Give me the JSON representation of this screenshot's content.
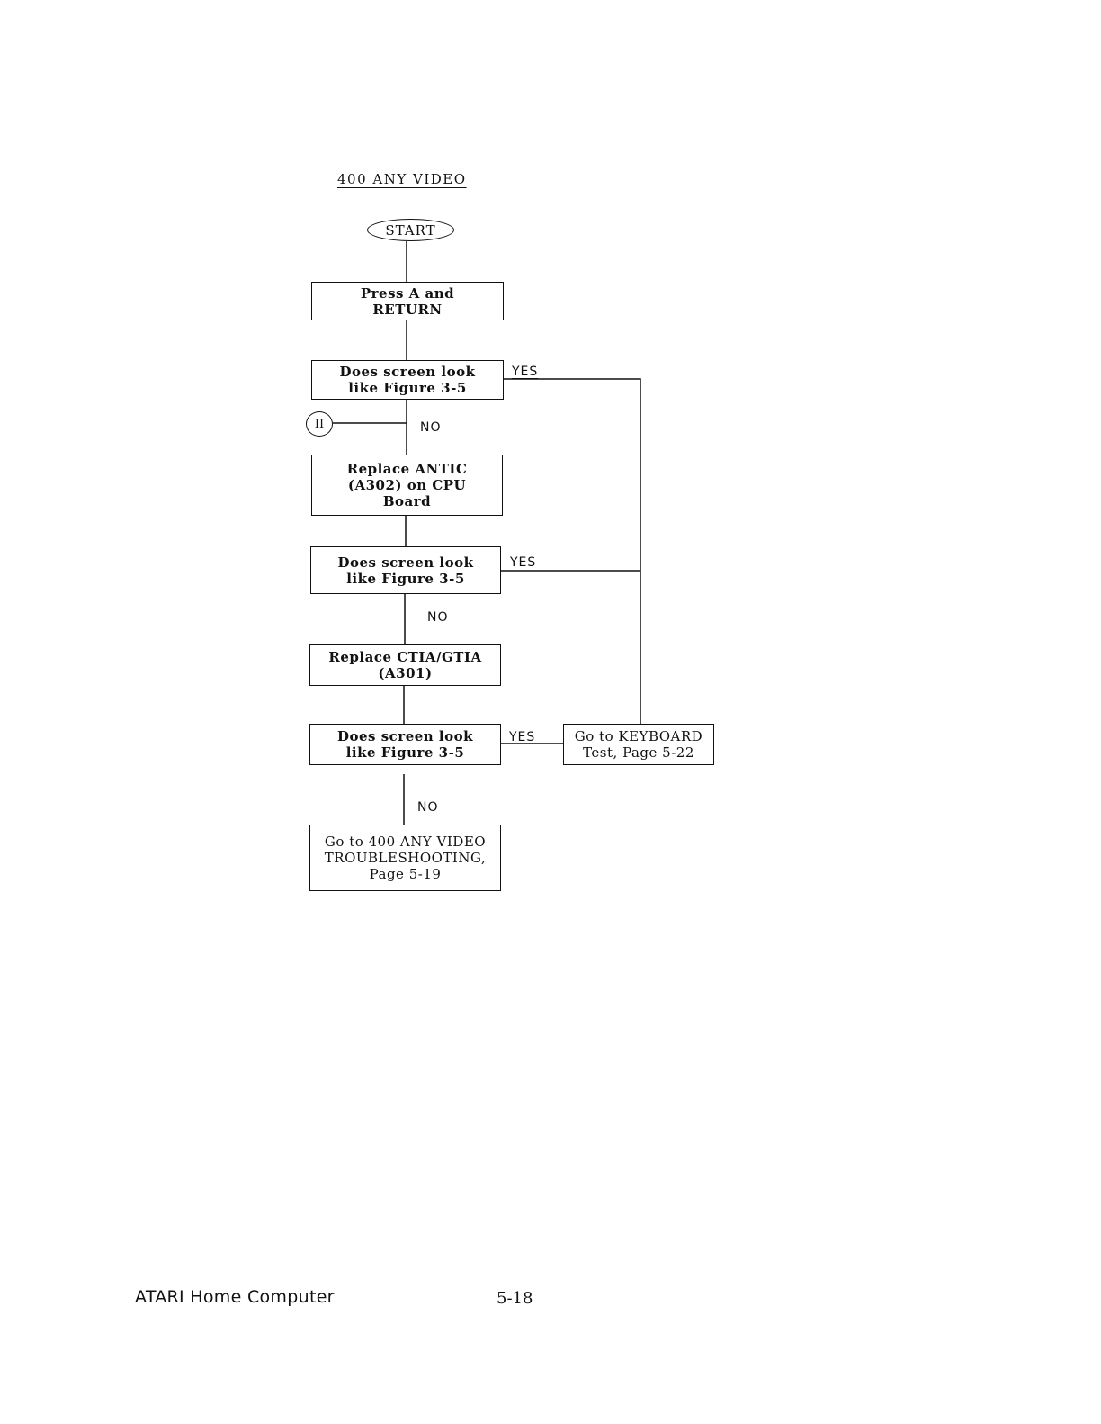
{
  "title": "400 ANY VIDEO",
  "nodes": {
    "start": "START",
    "press": "Press A and\nRETURN",
    "q1": "Does screen look\nlike Figure 3-5",
    "replace_antic": "Replace ANTIC\n(A302) on CPU\nBoard",
    "q2": "Does screen look\nlike Figure 3-5",
    "replace_ctia": "Replace CTIA/GTIA\n(A301)",
    "q3": "Does screen look\nlike Figure 3-5",
    "keyboard": "Go to KEYBOARD\nTest, Page 5-22",
    "troubleshooting": "Go to 400 ANY VIDEO\nTROUBLESHOOTING,\nPage 5-19",
    "connector_ii": "II"
  },
  "labels": {
    "yes": "YES",
    "no": "NO"
  },
  "footer": {
    "left": "ATARI Home Computer",
    "page": "5-18"
  }
}
